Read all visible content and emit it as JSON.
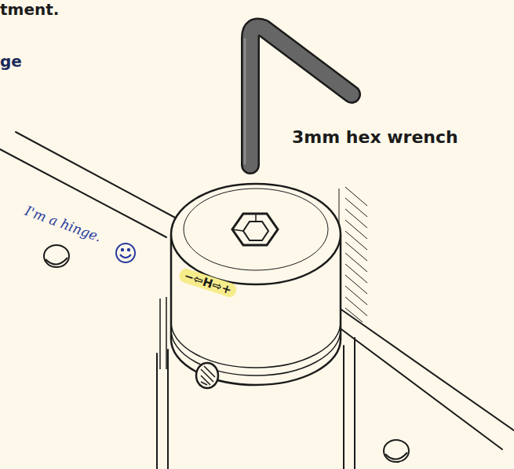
{
  "diagram": {
    "labels": [
      "tment.",
      "ge",
      "3mm hex wrench",
      "I'm a hinge.",
      "−⇦H⇨+"
    ]
  }
}
